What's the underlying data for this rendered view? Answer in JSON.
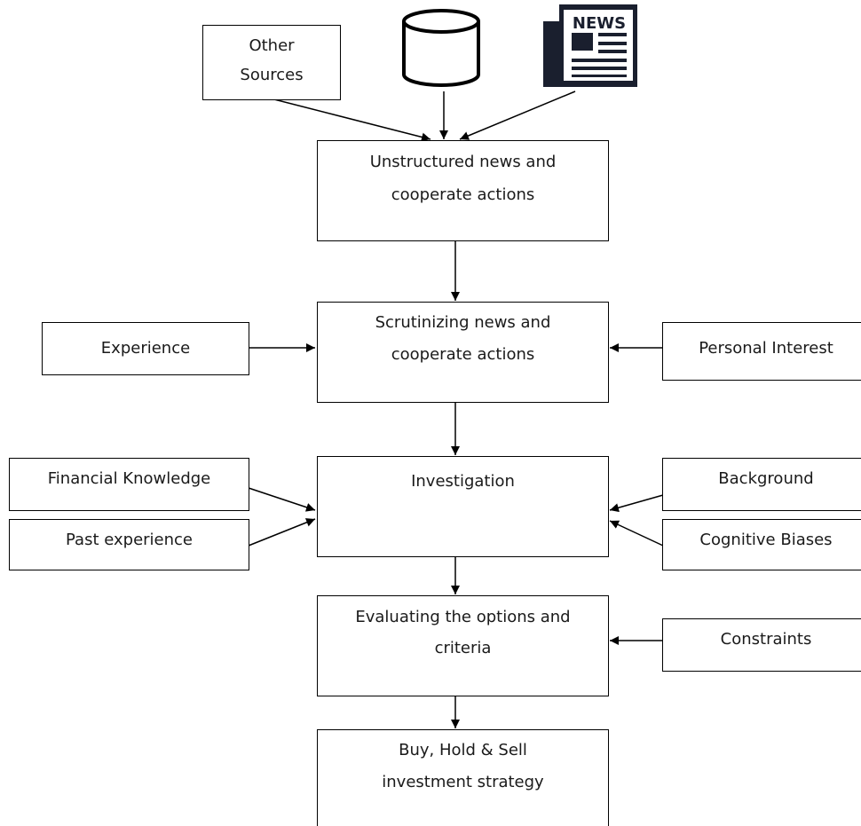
{
  "sources": {
    "other_sources": [
      "Other",
      "Sources"
    ],
    "database_icon": "database-cylinder-icon",
    "news_icon": "newspaper-icon",
    "news_word": "NEWS"
  },
  "flow": {
    "step1": [
      "Unstructured news and",
      "cooperate actions"
    ],
    "step2": [
      "Scrutinizing news and",
      "cooperate actions"
    ],
    "step3": [
      "Investigation"
    ],
    "step4": [
      "Evaluating the options and",
      "criteria"
    ],
    "step5": [
      "Buy, Hold & Sell",
      "investment strategy"
    ]
  },
  "inputs": {
    "experience": "Experience",
    "personal_interest": "Personal Interest",
    "financial_knowledge": "Financial Knowledge",
    "past_experience": "Past experience",
    "background": "Background",
    "cognitive_biases": "Cognitive Biases",
    "constraints": "Constraints"
  },
  "colors": {
    "line": "#000000",
    "text": "#1a1a1a",
    "background": "#ffffff"
  }
}
